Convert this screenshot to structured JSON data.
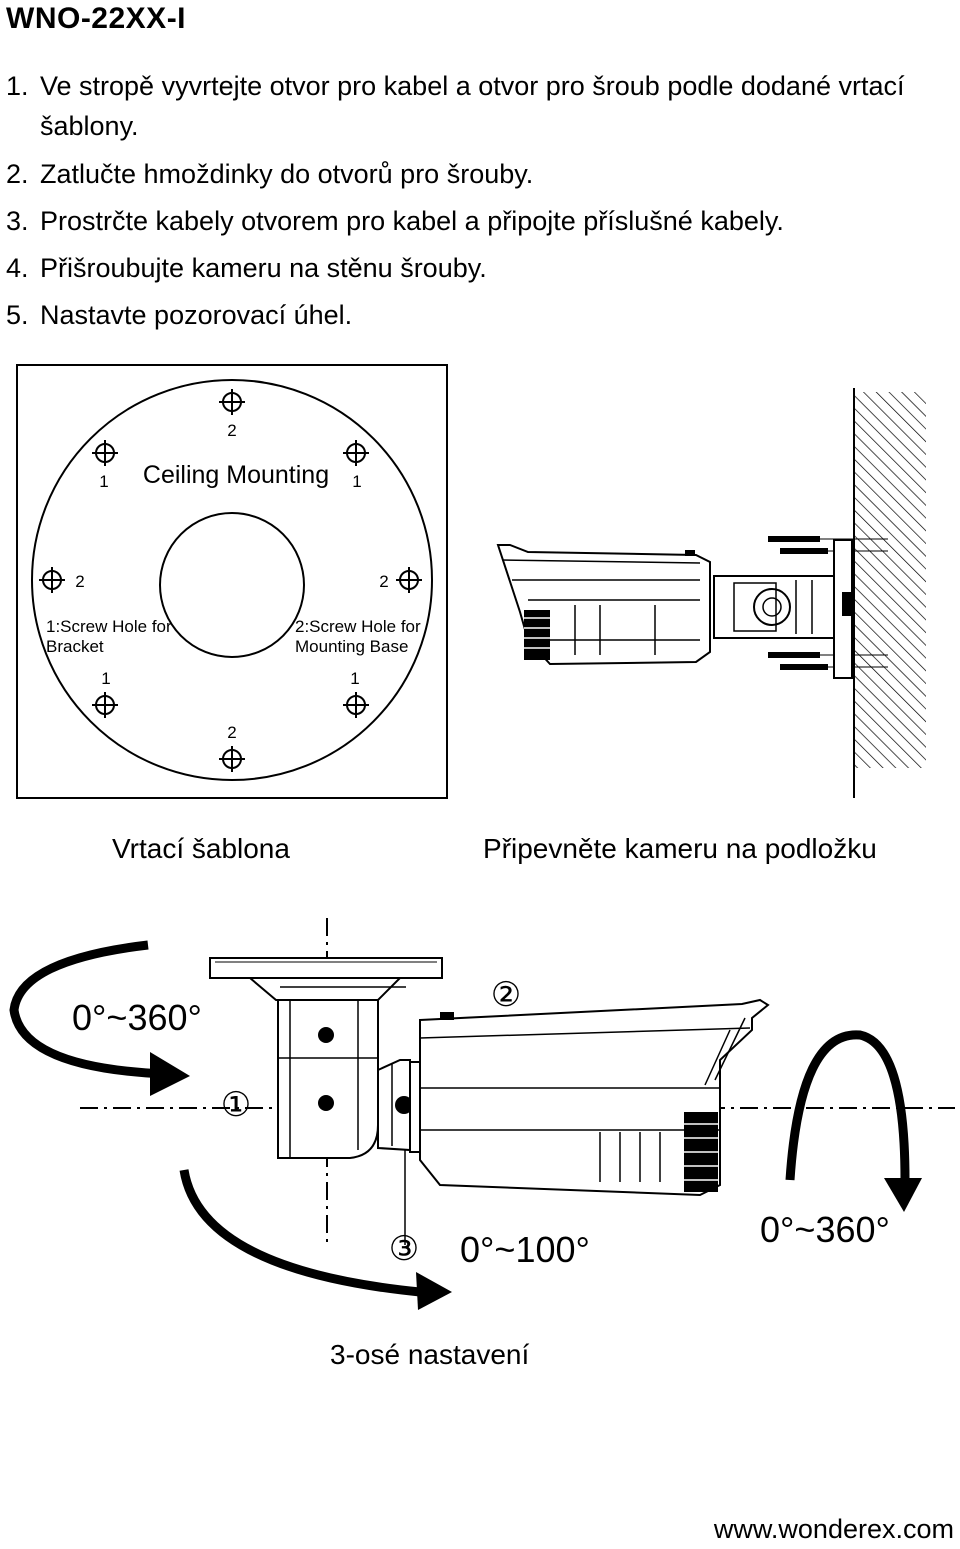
{
  "header": {
    "title": "WNO-22XX-I"
  },
  "steps": [
    {
      "num": "1.",
      "text": "Ve stropě vyvrtejte otvor pro kabel a otvor pro šroub podle dodané vrtací šablony."
    },
    {
      "num": "2.",
      "text": "Zatlučte hmoždinky do otvorů pro šrouby."
    },
    {
      "num": "3.",
      "text": "Prostrčte kabely otvorem pro kabel a připojte příslušné kabely."
    },
    {
      "num": "4.",
      "text": "Přišroubujte kameru na stěnu šrouby."
    },
    {
      "num": "5.",
      "text": "Nastavte pozorovací úhel."
    }
  ],
  "template": {
    "title": "Ceiling Mounting",
    "hole_labels": {
      "one": "1",
      "two": "2"
    },
    "legend_bracket_line1": "1:Screw Hole for",
    "legend_bracket_line2": "Bracket",
    "legend_base_line1": "2:Screw Hole for",
    "legend_base_line2": "Mounting Base"
  },
  "captions": {
    "template": "Vrtací šablona",
    "mount": "Připevněte kameru na podložku",
    "axis": "3-osé nastavení"
  },
  "adjustment": {
    "pan": "0°~360°",
    "tilt": "0°~100°",
    "rotate": "0°~360°",
    "marker_1": "①",
    "marker_2": "②",
    "marker_3": "③"
  },
  "footer": {
    "url": "www.wonderex.com"
  }
}
